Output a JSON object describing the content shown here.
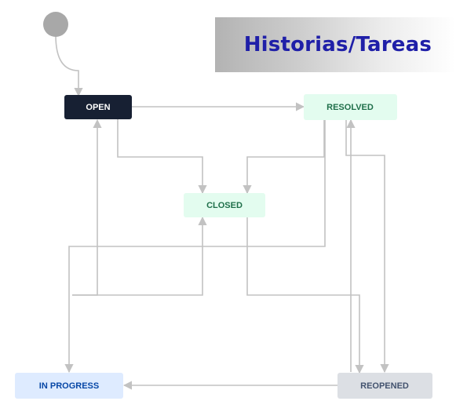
{
  "title": "Historias/Tareas",
  "colors": {
    "title": "#1f1fa8",
    "edge": "#c2c2c2",
    "start": "#a8a8a8"
  },
  "states": {
    "open": {
      "label": "OPEN",
      "fill": "#172033",
      "text": "#ffffff"
    },
    "resolved": {
      "label": "RESOLVED",
      "fill": "#e3fcef",
      "text": "#1f6f4a"
    },
    "closed": {
      "label": "CLOSED",
      "fill": "#e3fcef",
      "text": "#1f6f4a"
    },
    "in_progress": {
      "label": "IN PROGRESS",
      "fill": "#deebff",
      "text": "#0747a6"
    },
    "reopened": {
      "label": "REOPENED",
      "fill": "#dcdfe4",
      "text": "#42526e"
    }
  }
}
